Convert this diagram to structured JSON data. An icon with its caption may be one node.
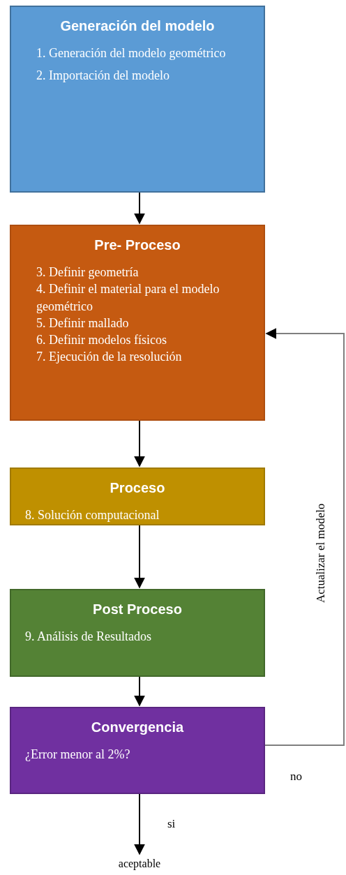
{
  "diagram": {
    "nodes": [
      {
        "text": [
          "Generación del modelo",
          "1. Generación del modelo geométrico",
          "2. Importación del modelo"
        ]
      },
      {
        "text": [
          "Pre- Proceso",
          "3. Definir geometría",
          "4. Definir el material para el modelo geométrico",
          "5. Definir mallado",
          "6. Definir modelos físicos",
          "7. Ejecución de la resolución"
        ]
      },
      {
        "text": [
          "Proceso",
          "8. Solución computacional"
        ]
      },
      {
        "text": [
          "Post Proceso",
          "9. Análisis de Resultados"
        ]
      },
      {
        "text": [
          "Convergencia",
          "¿Error menor al 2%?"
        ]
      },
      {
        "text": [
          "aceptable"
        ]
      }
    ],
    "edges": [
      {
        "from": 0,
        "to": 1,
        "arrow": "to"
      },
      {
        "from": 1,
        "to": 2,
        "arrow": "to"
      },
      {
        "from": 2,
        "to": 3,
        "arrow": "to"
      },
      {
        "from": 3,
        "to": 4,
        "arrow": "to"
      },
      {
        "from": 4,
        "to": 5,
        "arrow": "to",
        "label": "si"
      },
      {
        "from": 4,
        "to": 1,
        "arrow": "to",
        "label": "no",
        "color": "#7f7f7f"
      }
    ],
    "labels": [
      "Actualizar el modelo"
    ]
  }
}
